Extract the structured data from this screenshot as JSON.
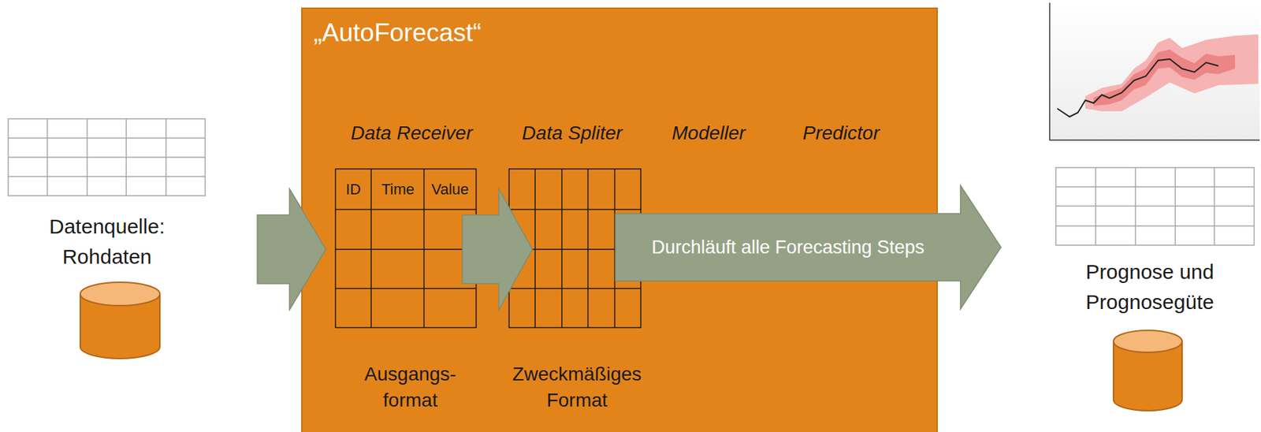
{
  "diagram": {
    "nodes": [
      {
        "text": [
          "Datenquelle: Rohdaten"
        ]
      },
      {
        "text": [
          "„AutoForecast“"
        ]
      },
      {
        "text": [
          "Data Receiver",
          "ID",
          "Time",
          "Value",
          "Ausgangs- format"
        ],
        "in": 1
      },
      {
        "text": [
          "Data Spliter",
          "Zweckmäßiges Format"
        ],
        "in": 1
      },
      {
        "text": [
          "Prognose und Prognosegüte"
        ]
      }
    ],
    "edges": [
      {
        "from": 0,
        "to": 1,
        "arrow": "to"
      },
      {
        "from": 2,
        "to": 3,
        "arrow": "to"
      },
      {
        "from": 3,
        "to": 4,
        "arrow": "to",
        "label": "Durchläuft alle Forecasting Steps"
      }
    ],
    "labels": [
      "Modeller",
      "Predictor"
    ]
  }
}
